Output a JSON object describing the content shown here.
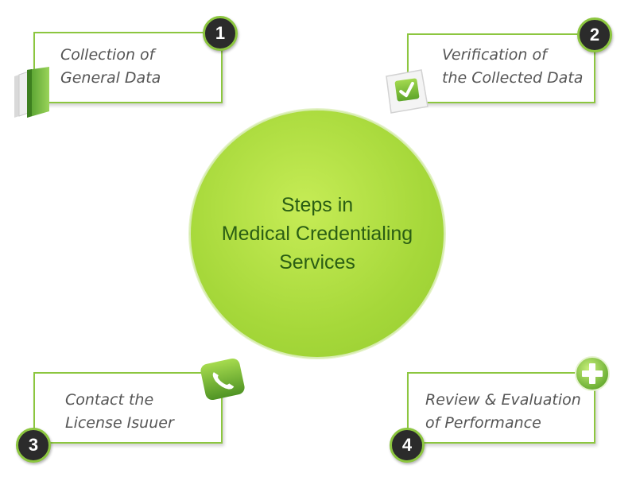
{
  "center": {
    "lines": [
      "Steps in",
      "Medical Credentialing",
      "Services"
    ]
  },
  "steps": [
    {
      "number": "1",
      "lines": [
        "Collection of",
        "General Data"
      ],
      "icon": "folder-icon"
    },
    {
      "number": "2",
      "lines": [
        "Verification of",
        "the Collected Data"
      ],
      "icon": "checkmark-document-icon"
    },
    {
      "number": "3",
      "lines": [
        "Contact the",
        "License Isuuer"
      ],
      "icon": "phone-icon"
    },
    {
      "number": "4",
      "lines": [
        "Review & Evaluation",
        "of Performance"
      ],
      "icon": "plus-icon"
    }
  ],
  "colors": {
    "accent_green": "#8cc63f",
    "circle_green": "#a6d83a",
    "center_text": "#2a5e14",
    "badge_dark": "#2b2b2b"
  }
}
